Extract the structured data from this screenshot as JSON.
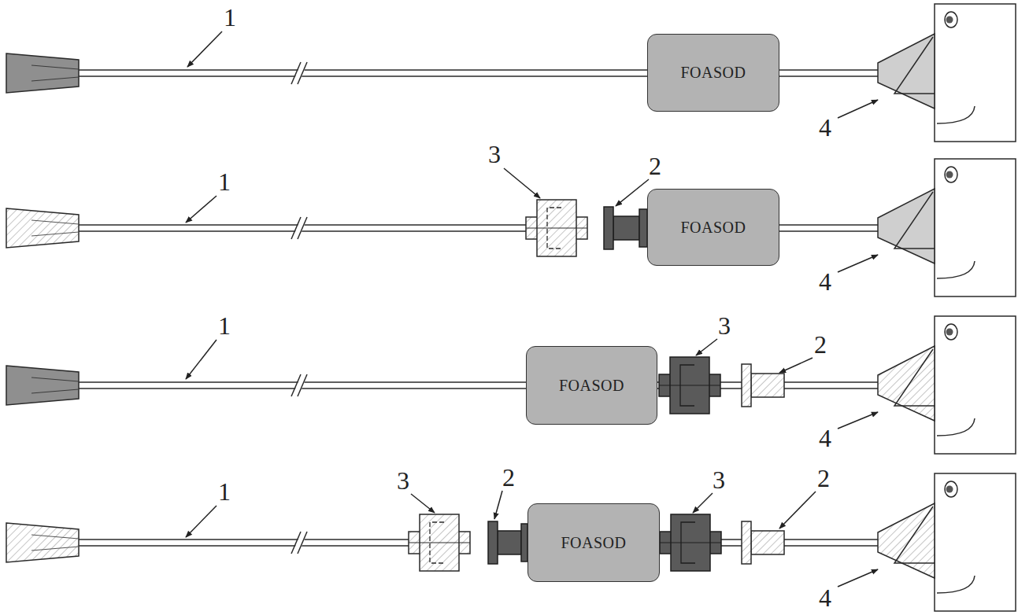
{
  "diagram": {
    "nodes": [
      {
        "text": [
          "FOASOD"
        ]
      },
      {
        "text": [
          "FOASOD"
        ]
      },
      {
        "text": [
          "FOASOD"
        ]
      },
      {
        "text": [
          "FOASOD"
        ]
      }
    ],
    "labels": [
      "1",
      "4",
      "3",
      "2",
      "1",
      "4",
      "1",
      "3",
      "2",
      "4",
      "3",
      "2",
      "3",
      "2",
      "1",
      "4"
    ]
  }
}
